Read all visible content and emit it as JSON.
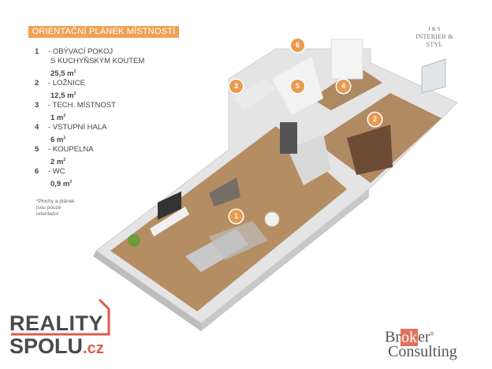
{
  "title": "ORIENTAČNÍ PLÁNEK MÍSTNOSTÍ",
  "rooms": [
    {
      "num": "1",
      "name": "- OBÝVACÍ POKOJ",
      "name2": "S KUCHYŇSKÝM KOUTEM",
      "area": "25,5 m",
      "unit_sup": "2"
    },
    {
      "num": "2",
      "name": "- LOŽNICE",
      "area": "12,5 m",
      "unit_sup": "2"
    },
    {
      "num": "3",
      "name": "- TECH. MÍSTNOST",
      "area": "1 m",
      "unit_sup": "2"
    },
    {
      "num": "4",
      "name": "- VSTUPNÍ HALA",
      "area": "6 m",
      "unit_sup": "2"
    },
    {
      "num": "5",
      "name": "- KOUPELNA",
      "area": "2 m",
      "unit_sup": "2"
    },
    {
      "num": "6",
      "name": "- WC",
      "area": "0,9 m",
      "unit_sup": "2"
    }
  ],
  "note": "*Plochy a plánek jsou pouze orientační",
  "logos": {
    "interier": {
      "mark": "I & S",
      "name": "INTERIER & STYL"
    },
    "reality_line1": "REALITY",
    "reality_line2": "SPOLU",
    "reality_tld": ".cz",
    "broker_b": "Br",
    "broker_ok": "ok",
    "broker_er": "er",
    "broker_consulting": "Consulting"
  },
  "colors": {
    "accent": "#f0a155",
    "marker": "#e99a4f",
    "floor_wood": "#b08a62",
    "wall": "#e6e6e6",
    "reality_red": "#e05a4c"
  }
}
